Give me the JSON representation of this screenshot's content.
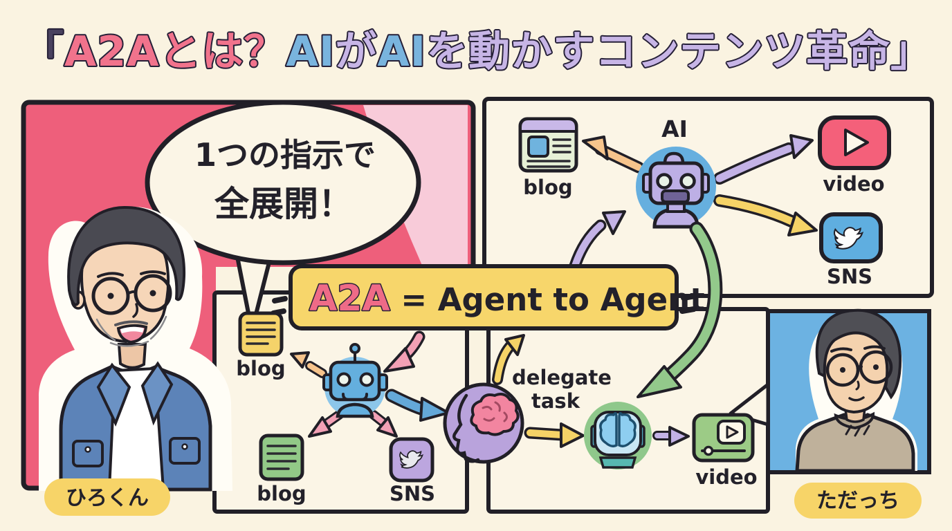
{
  "theme": {
    "bg": "#faf3e1",
    "panel-cream": "#fbf5e6",
    "ink": "#23212a",
    "red-panel": "#ee5f7b",
    "pink-light": "#f8cbd9",
    "yellow-banner": "#f7d66b",
    "pill-yellow": "#f7d468",
    "t-dark": "#49415f",
    "t-pink": "#f1738c",
    "t-blue": "#79b4de",
    "t-lav": "#c7b5e6",
    "banner-term": "#ee6b87",
    "blue-circle": "#66afdf",
    "circle-blue-light": "#8cc6ea",
    "robot-purple": "#bdafe5",
    "robot-blue": "#64afde",
    "video-red": "#f4607a",
    "sns-blue": "#5faee0",
    "doc-yellow": "#f5d36a",
    "doc-green": "#92c987",
    "sns-purple": "#bca6df",
    "video-green": "#9ccb86",
    "arr-orange": "#f6c48c",
    "arr-purple": "#c3b2e6",
    "arr-yellow": "#f5d367",
    "arr-pink": "#f2a0b5",
    "arr-blue": "#64a8d8",
    "arr-green": "#93c98b",
    "brain-purple": "#b9a3dc",
    "brain-pink": "#f285a0",
    "agent-green": "#8fc88b",
    "agent-blue": "#8ecef0",
    "tada-blue": "#6cb2e2",
    "halo": "#fffdf6"
  },
  "title": {
    "parts": [
      {
        "text": "「"
      },
      {
        "text": "A2A"
      },
      {
        "text": "とは？"
      },
      {
        "text": "AI"
      },
      {
        "text": "が"
      },
      {
        "text": "AI"
      },
      {
        "text": "を動かすコンテンツ革命」"
      }
    ]
  },
  "speech_bubble": {
    "line1": "1つの指示で",
    "line2": "全展開！"
  },
  "banner": {
    "term": "A2A",
    "equals": " = ",
    "definition": "Agent to Agent"
  },
  "panels": {
    "top_right": {
      "labels": {
        "blog": "blog",
        "ai": "AI",
        "video": "video",
        "sns": "SNS"
      }
    },
    "flow_left": {
      "labels": {
        "blog_top": "blog",
        "blog_bottom": "blog",
        "sns": "SNS"
      }
    },
    "flow_right": {
      "delegate_line1": "delegate",
      "delegate_line2": "task",
      "video": "video"
    }
  },
  "characters": {
    "left": {
      "name": "ひろくん"
    },
    "right": {
      "name": "ただっち"
    }
  }
}
